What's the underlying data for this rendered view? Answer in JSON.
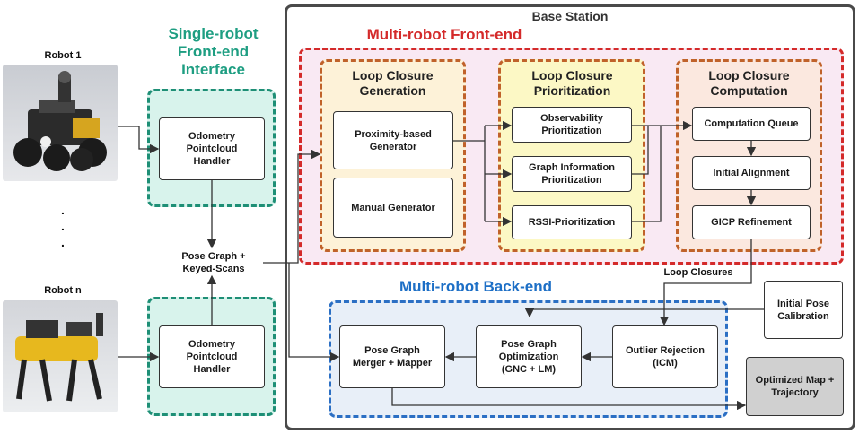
{
  "robots": {
    "robot1_label": "Robot 1",
    "robotn_label": "Robot n",
    "dots": ".\n.\n."
  },
  "single_robot": {
    "title": "Single-robot\nFront-end\nInterface",
    "handler1": "Odometry\nPointcloud\nHandler",
    "handler2": "Odometry\nPointcloud\nHandler",
    "pose_graph_label": "Pose Graph +\nKeyed-Scans"
  },
  "base_station": {
    "title": "Base Station"
  },
  "front_end": {
    "title": "Multi-robot Front-end",
    "generation": {
      "title": "Loop Closure\nGeneration",
      "proximity": "Proximity-based\nGenerator",
      "manual": "Manual Generator"
    },
    "prioritization": {
      "title": "Loop Closure\nPrioritization",
      "observability": "Observability\nPrioritization",
      "graph_info": "Graph Information\nPrioritization",
      "rssi": "RSSI-Prioritization"
    },
    "computation": {
      "title": "Loop Closure\nComputation",
      "queue": "Computation Queue",
      "initial_alignment": "Initial Alignment",
      "gicp": "GICP Refinement"
    }
  },
  "loop_closures_label": "Loop Closures",
  "back_end": {
    "title": "Multi-robot Back-end",
    "merger": "Pose Graph\nMerger + Mapper",
    "optimization": "Pose Graph\nOptimization\n(GNC + LM)",
    "outlier": "Outlier Rejection\n(ICM)"
  },
  "initial_pose": "Initial Pose\nCalibration",
  "output": "Optimized Map +\nTrajectory",
  "colors": {
    "teal": "#1e9e82",
    "red": "#d42a2a",
    "orange": "#c0622a",
    "blue": "#2b6fc4",
    "title_blue": "#1d6fc6"
  }
}
